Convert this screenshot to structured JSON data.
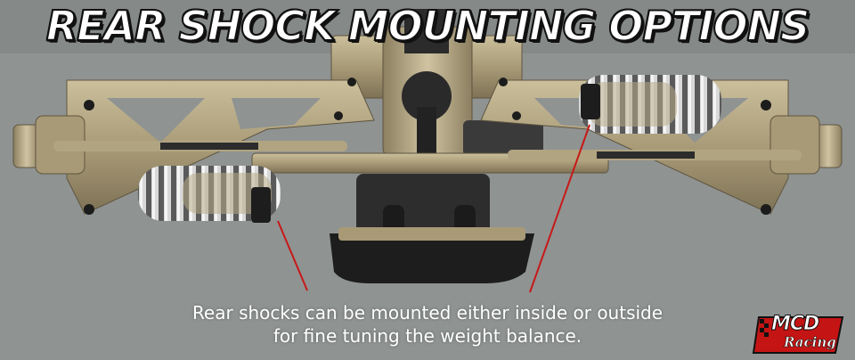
{
  "headline": "REAR SHOCK MOUNTING OPTIONS",
  "caption": {
    "line1": "Rear shocks can be mounted either inside or outside",
    "line2": "for fine tuning the weight balance."
  },
  "logo": {
    "brand": "MCD",
    "sub": "Racing"
  },
  "colors": {
    "background": "#8f9392",
    "aluminium": "#b2a583",
    "pointer": "#c81818",
    "text": "#ffffff"
  }
}
